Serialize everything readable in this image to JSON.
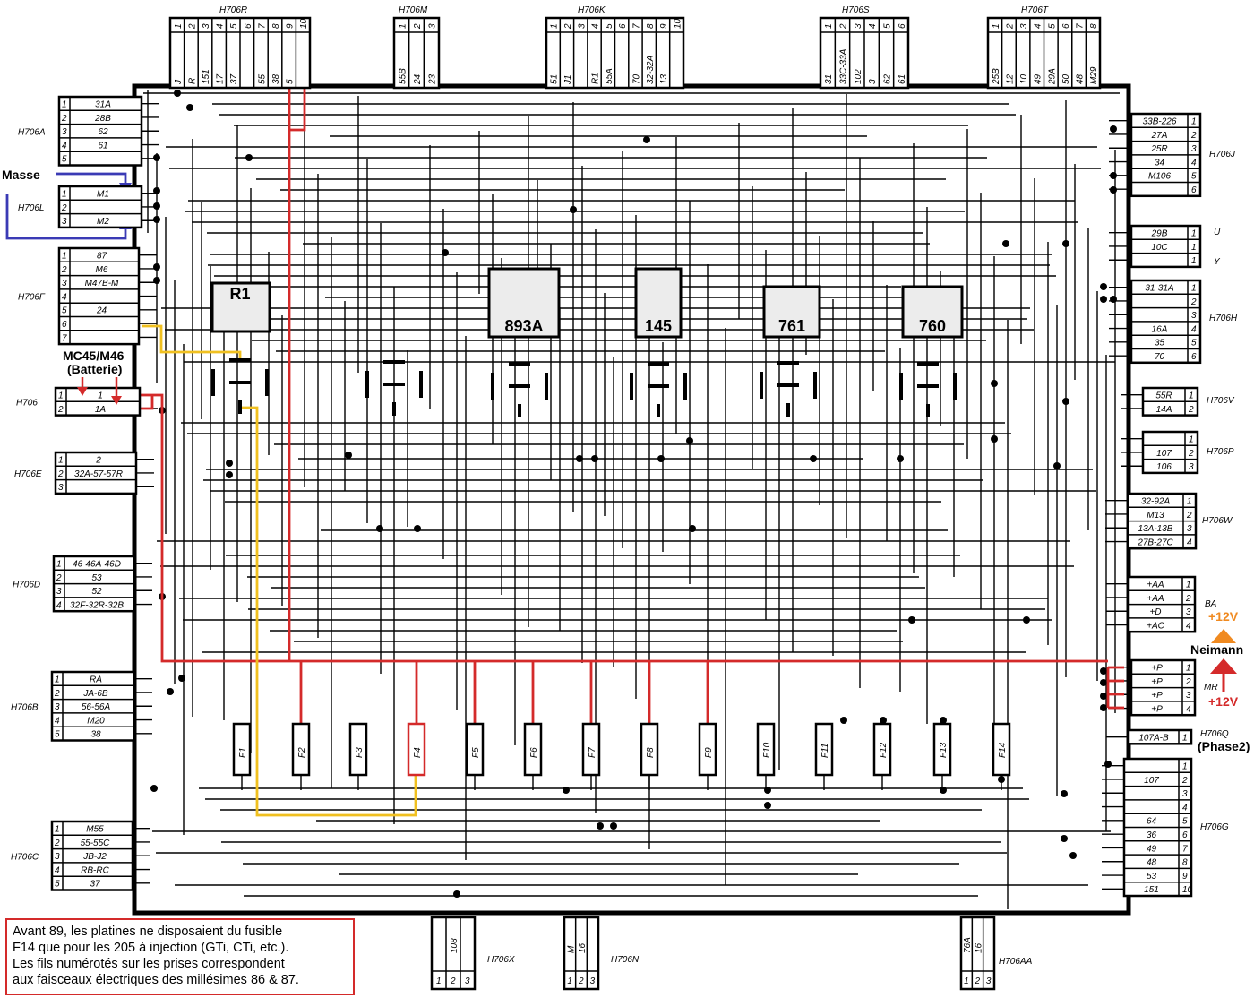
{
  "connectors": {
    "top": [
      {
        "id": "H706R",
        "pins": [
          "1",
          "2",
          "3",
          "4",
          "5",
          "6",
          "7",
          "8",
          "9",
          "10"
        ],
        "wires": [
          "J",
          "R",
          "151",
          "17",
          "37",
          "",
          "55",
          "38",
          "5",
          ""
        ]
      },
      {
        "id": "H706M",
        "pins": [
          "1",
          "2",
          "3"
        ],
        "wires": [
          "55B",
          "24",
          "23"
        ]
      },
      {
        "id": "H706K",
        "pins": [
          "1",
          "2",
          "3",
          "4",
          "5",
          "6",
          "7",
          "8",
          "9",
          "10"
        ],
        "wires": [
          "51",
          "J1",
          "",
          "R1",
          "55A",
          "",
          "70",
          "32-32A",
          "13",
          ""
        ]
      },
      {
        "id": "H706S",
        "pins": [
          "1",
          "2",
          "3",
          "4",
          "5",
          "6"
        ],
        "wires": [
          "31",
          "33C-33A",
          "102",
          "3",
          "62",
          "61"
        ]
      },
      {
        "id": "H706T",
        "pins": [
          "1",
          "2",
          "3",
          "4",
          "5",
          "6",
          "7",
          "8"
        ],
        "wires": [
          "25B",
          "12",
          "10",
          "49",
          "29A",
          "50",
          "48",
          "M29"
        ]
      }
    ],
    "left": [
      {
        "id": "H706A",
        "pins": [
          "1",
          "2",
          "3",
          "4",
          "5"
        ],
        "wires": [
          "31A",
          "28B",
          "62",
          "61",
          ""
        ]
      },
      {
        "id": "H706L",
        "pins": [
          "1",
          "2",
          "3"
        ],
        "wires": [
          "M1",
          "",
          "M2"
        ]
      },
      {
        "id": "H706F",
        "pins": [
          "1",
          "2",
          "3",
          "4",
          "5",
          "6",
          "7"
        ],
        "wires": [
          "87",
          "M6",
          "M47B-M",
          "",
          "24",
          "",
          ""
        ]
      },
      {
        "id": "H706",
        "pins": [
          "1",
          "2"
        ],
        "wires": [
          "1",
          "1A"
        ]
      },
      {
        "id": "H706E",
        "pins": [
          "1",
          "2",
          "3"
        ],
        "wires": [
          "2",
          "32A-57-57R",
          ""
        ]
      },
      {
        "id": "H706D",
        "pins": [
          "1",
          "2",
          "3",
          "4"
        ],
        "wires": [
          "46-46A-46D",
          "53",
          "52",
          "32F-32R-32B"
        ]
      },
      {
        "id": "H706B",
        "pins": [
          "1",
          "2",
          "3",
          "4",
          "5"
        ],
        "wires": [
          "RA",
          "JA-6B",
          "56-56A",
          "M20",
          "38"
        ]
      },
      {
        "id": "H706C",
        "pins": [
          "1",
          "2",
          "3",
          "4",
          "5"
        ],
        "wires": [
          "M55",
          "55-55C",
          "JB-J2",
          "RB-RC",
          "37"
        ]
      }
    ],
    "right": [
      {
        "id": "H706J",
        "pins": [
          "1",
          "2",
          "3",
          "4",
          "5",
          "6"
        ],
        "wires": [
          "33B-226",
          "27A",
          "25R",
          "34",
          "M106",
          ""
        ]
      },
      {
        "id": "U / Y",
        "pins": [
          "1",
          "1",
          "1"
        ],
        "wires": [
          "29B",
          "10C",
          ""
        ]
      },
      {
        "id": "H706H",
        "pins": [
          "1",
          "2",
          "3",
          "4",
          "5",
          "6"
        ],
        "wires": [
          "31-31A",
          "",
          "",
          "16A",
          "35",
          "70"
        ]
      },
      {
        "id": "H706V",
        "pins": [
          "1",
          "2"
        ],
        "wires": [
          "55R",
          "14A"
        ]
      },
      {
        "id": "H706P",
        "pins": [
          "1",
          "2",
          "3"
        ],
        "wires": [
          "",
          "107",
          "106"
        ]
      },
      {
        "id": "H706W",
        "pins": [
          "1",
          "2",
          "3",
          "4"
        ],
        "wires": [
          "32-92A",
          "M13",
          "13A-13B",
          "27B-27C"
        ]
      },
      {
        "id": "BA",
        "pins": [
          "1",
          "2",
          "3",
          "4"
        ],
        "wires": [
          "+AA",
          "+AA",
          "+D",
          "+AC"
        ]
      },
      {
        "id": "MR",
        "pins": [
          "1",
          "2",
          "3",
          "4"
        ],
        "wires": [
          "+P",
          "+P",
          "+P",
          "+P"
        ]
      },
      {
        "id": "H706Q",
        "pins": [
          "1"
        ],
        "wires": [
          "107A-B"
        ]
      },
      {
        "id": "H706G",
        "pins": [
          "1",
          "2",
          "3",
          "4",
          "5",
          "6",
          "7",
          "8",
          "9",
          "10"
        ],
        "wires": [
          "",
          "107",
          "",
          "",
          "64",
          "36",
          "49",
          "48",
          "53",
          "151"
        ]
      }
    ],
    "bottom": [
      {
        "id": "H706X",
        "pins": [
          "1",
          "2",
          "3"
        ],
        "wires": [
          "",
          "108",
          ""
        ]
      },
      {
        "id": "H706N",
        "pins": [
          "1",
          "2",
          "3"
        ],
        "wires": [
          "M",
          "16",
          ""
        ]
      },
      {
        "id": "H706AA",
        "pins": [
          "1",
          "2",
          "3"
        ],
        "wires": [
          "76A",
          "16",
          ""
        ]
      }
    ]
  },
  "relays": [
    "R1",
    "893A",
    "145",
    "761",
    "760"
  ],
  "fuses": [
    "F1",
    "F2",
    "F3",
    "F4",
    "F5",
    "F6",
    "F7",
    "F8",
    "F9",
    "F10",
    "F11",
    "F12",
    "F13",
    "F14"
  ],
  "annotations": {
    "masse": "Masse",
    "battery_line1": "MC45/M46",
    "battery_line2": "(Batterie)",
    "plus12v_top": "+12V",
    "neimann": "Neimann",
    "plus12v_bottom": "+12V",
    "phase2": "(Phase2)"
  },
  "note": {
    "lines": [
      "Avant 89, les platines ne disposaient du fusible",
      "F14 que pour les 205 à injection (GTi, CTi, etc.).",
      "Les fils numérotés sur les prises correspondent",
      "aux faisceaux électriques des millésimes 86 & 87."
    ]
  },
  "colors": {
    "red": "#d42a2a",
    "blue": "#3a3ab5",
    "yellow": "#f0c020",
    "orange": "#f08a20"
  }
}
